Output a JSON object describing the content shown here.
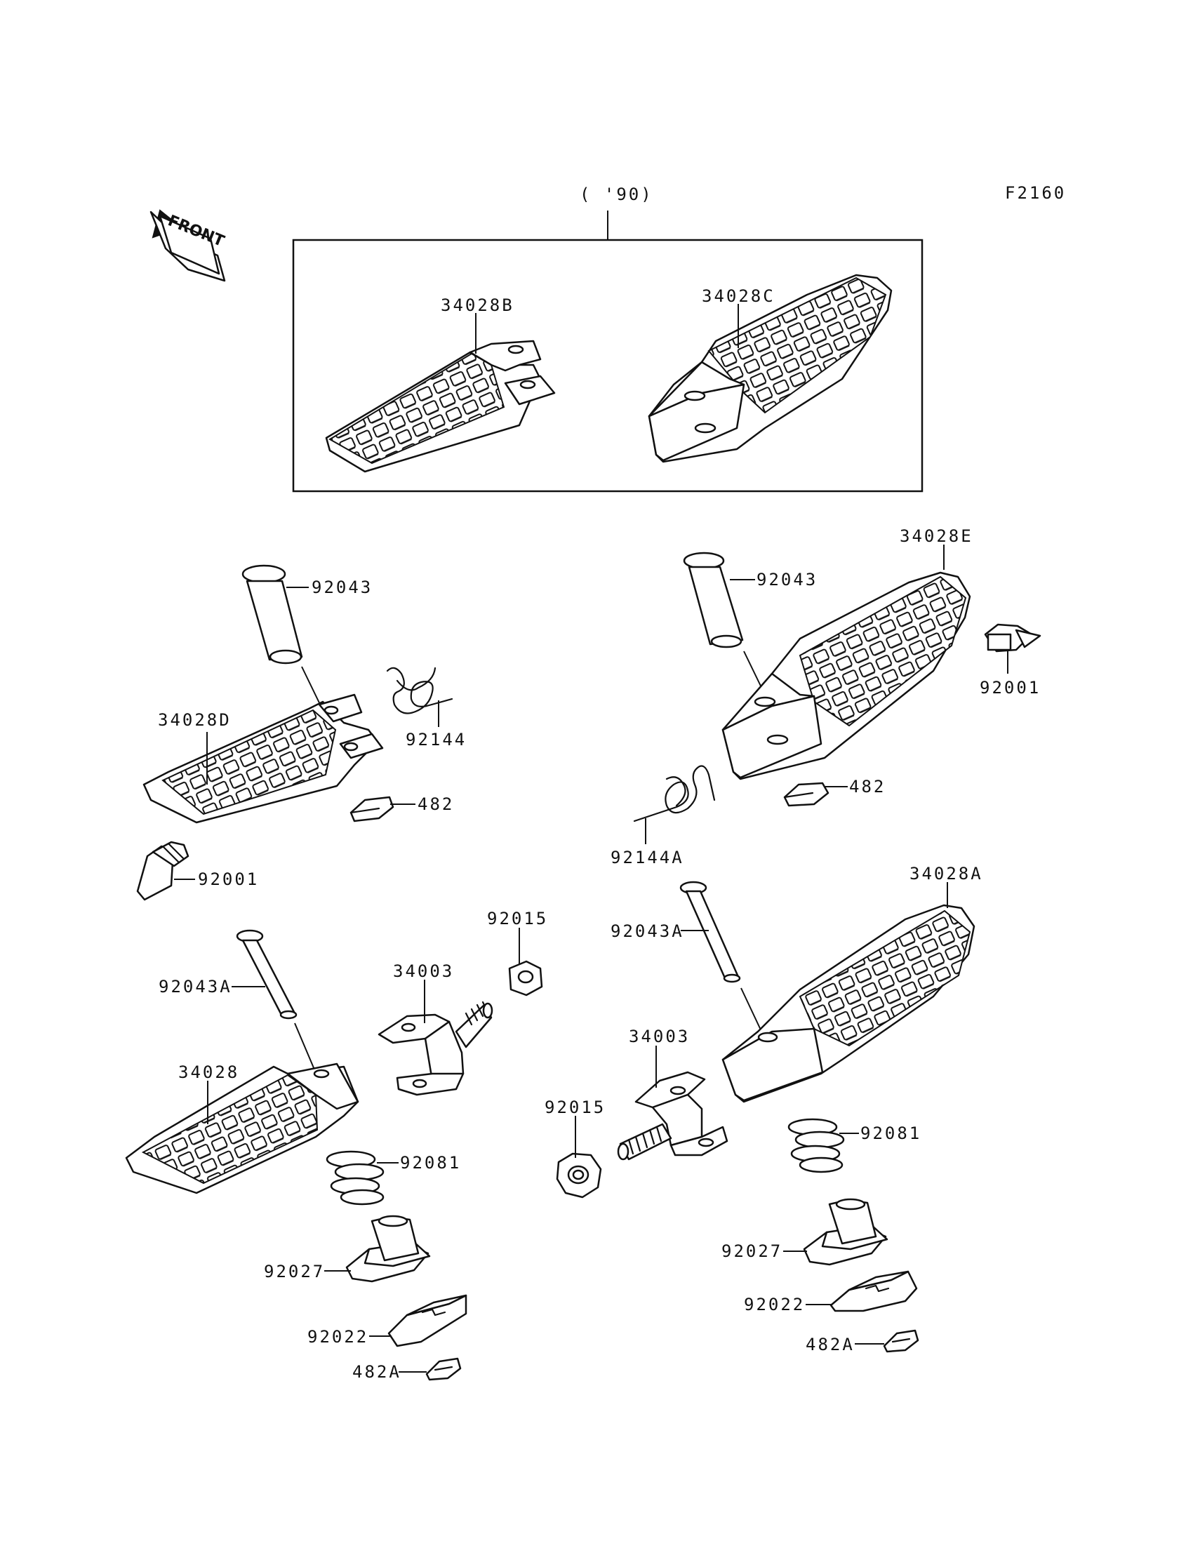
{
  "diagram": {
    "code": "F2160",
    "group_label": "( '90)",
    "front_label": "FRONT",
    "callouts": [
      {
        "id": "c-34028B",
        "text": "34028B"
      },
      {
        "id": "c-34028C",
        "text": "34028C"
      },
      {
        "id": "c-92043-l",
        "text": "92043"
      },
      {
        "id": "c-34028D",
        "text": "34028D"
      },
      {
        "id": "c-92144",
        "text": "92144"
      },
      {
        "id": "c-482-l",
        "text": "482"
      },
      {
        "id": "c-92001-l",
        "text": "92001"
      },
      {
        "id": "c-34028E",
        "text": "34028E"
      },
      {
        "id": "c-92043-r",
        "text": "92043"
      },
      {
        "id": "c-92001-r",
        "text": "92001"
      },
      {
        "id": "c-92144A",
        "text": "92144A"
      },
      {
        "id": "c-482-r",
        "text": "482"
      },
      {
        "id": "c-34028A",
        "text": "34028A"
      },
      {
        "id": "c-92043A-r",
        "text": "92043A"
      },
      {
        "id": "c-92015-l",
        "text": "92015"
      },
      {
        "id": "c-34003-l",
        "text": "34003"
      },
      {
        "id": "c-92043A-l",
        "text": "92043A"
      },
      {
        "id": "c-34028",
        "text": "34028"
      },
      {
        "id": "c-92081-l",
        "text": "92081"
      },
      {
        "id": "c-34003-r",
        "text": "34003"
      },
      {
        "id": "c-92015-r",
        "text": "92015"
      },
      {
        "id": "c-92081-r",
        "text": "92081"
      },
      {
        "id": "c-92027-l",
        "text": "92027"
      },
      {
        "id": "c-92027-r",
        "text": "92027"
      },
      {
        "id": "c-92022-l",
        "text": "92022"
      },
      {
        "id": "c-92022-r",
        "text": "92022"
      },
      {
        "id": "c-482A-l",
        "text": "482A"
      },
      {
        "id": "c-482A-r",
        "text": "482A"
      }
    ]
  }
}
